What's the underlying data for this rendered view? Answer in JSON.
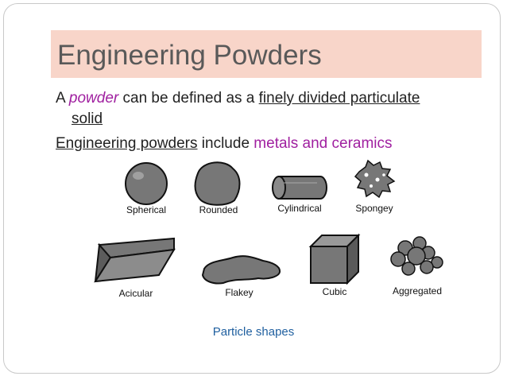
{
  "slide": {
    "title": "Engineering Powders",
    "line1": {
      "pre": "A ",
      "term": "powder",
      "mid": " can be defined as a ",
      "definition": "finely divided particulate"
    },
    "line2": "solid",
    "line3": {
      "subject": "Engineering powders",
      "mid": " include ",
      "highlight": "metals and ceramics"
    }
  },
  "figure": {
    "shapes": [
      "Spherical",
      "Rounded",
      "Cylindrical",
      "Spongey",
      "Acicular",
      "Flakey",
      "Cubic",
      "Aggregated"
    ],
    "caption": "Particle shapes"
  },
  "colors": {
    "title_band": "#f8d5c9",
    "title_text": "#595959",
    "accent_purple": "#a020a0",
    "caption_blue": "#1f5f9f",
    "particle_fill": "#777777"
  }
}
